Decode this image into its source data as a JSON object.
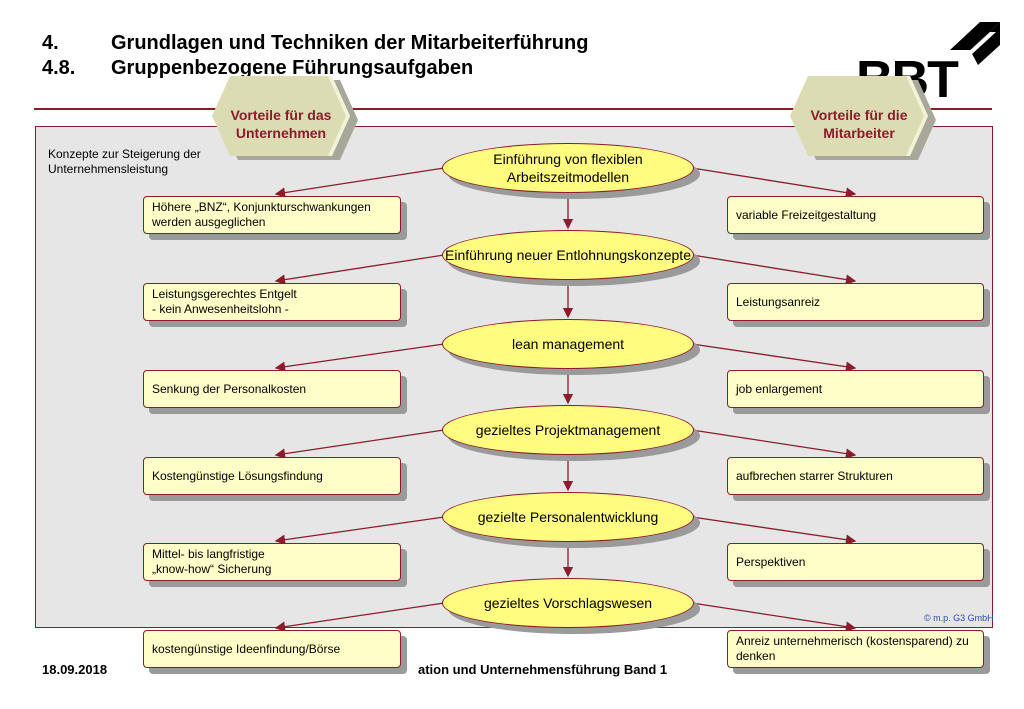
{
  "header": {
    "line1_num": "4.",
    "line1_title": "Grundlagen und Techniken der Mitarbeiterführung",
    "line2_num": "4.8.",
    "line2_title": "Gruppenbezogene Führungsaufgaben"
  },
  "logo": {
    "text": "BBT"
  },
  "badges": {
    "left": "Vorteile für das Unternehmen",
    "right": "Vorteile für die Mitarbeiter"
  },
  "panel_caption": "Konzepte zur Steigerung der Unternehmensleistung",
  "concepts": [
    "Einführung von flexiblen Arbeitszeitmodellen",
    "Einführung neuer Entlohnungskonzepte",
    "lean management",
    "gezieltes Projektmanagement",
    "gezielte Personalentwicklung",
    "gezieltes Vorschlagswesen"
  ],
  "left_items": [
    "Höhere „BNZ“, Konjunkturschwankungen werden ausgeglichen",
    "Leistungsgerechtes Entgelt\n- kein Anwesenheitslohn -",
    "Senkung der Personalkosten",
    "Kostengünstige Lösungsfindung",
    "Mittel- bis langfristige\n„know-how“ Sicherung",
    "kostengünstige Ideenfindung/Börse"
  ],
  "right_items": [
    "variable Freizeitgestaltung",
    "Leistungsanreiz",
    "job enlargement",
    "aufbrechen starrer Strukturen",
    "Perspektiven",
    "Anreiz unternehmerisch (kostensparend) zu denken"
  ],
  "copyright": "© m.p. G3 GmbH",
  "footer": {
    "date": "18.09.2018",
    "text": "ation und Unternehmensführung Band 1"
  },
  "colors": {
    "accent": "#8b1c2b",
    "ellipse_fill": "#fffc80",
    "box_fill": "#fffec8",
    "panel_bg": "#e6e6e6",
    "badge_fill": "#dcdcb4"
  }
}
